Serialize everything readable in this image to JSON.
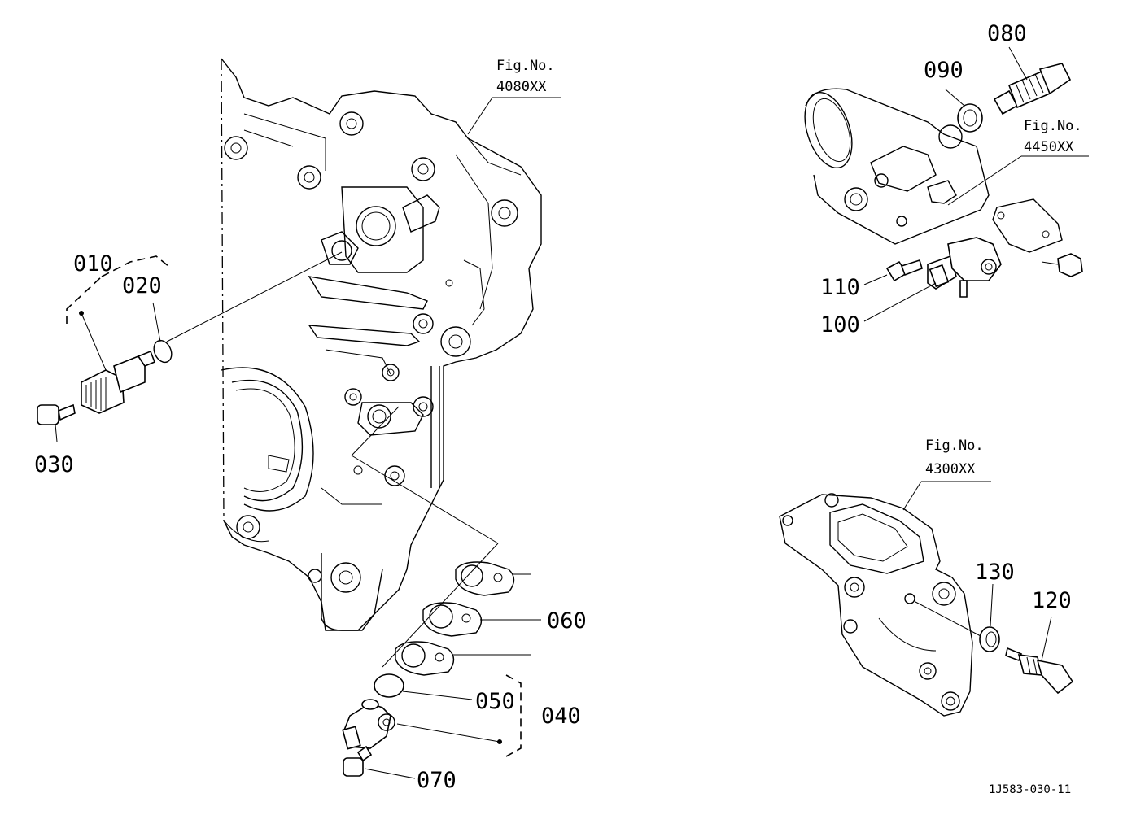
{
  "callouts": {
    "p010": "010",
    "p020": "020",
    "p030": "030",
    "p040": "040",
    "p050": "050",
    "p060": "060",
    "p070": "070",
    "p080": "080",
    "p090": "090",
    "p100": "100",
    "p110": "110",
    "p120": "120",
    "p130": "130"
  },
  "figure_refs": {
    "ref1": {
      "label": "Fig.No.",
      "number": "4080XX"
    },
    "ref2": {
      "label": "Fig.No.",
      "number": "4450XX"
    },
    "ref3": {
      "label": "Fig.No.",
      "number": "4300XX"
    }
  },
  "drawing_code": "1J583-030-11"
}
